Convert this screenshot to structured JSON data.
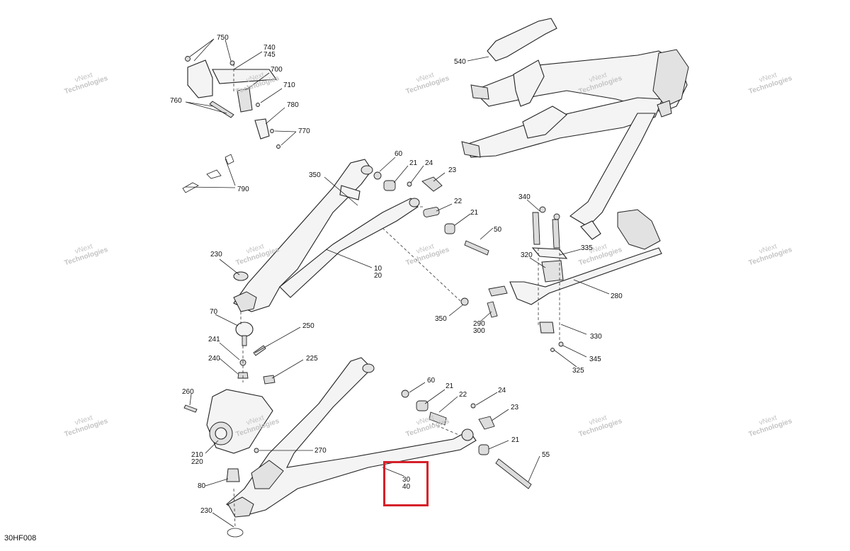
{
  "diagram_code": "30HF008",
  "watermark": {
    "line1": "vNext",
    "line2": "Technologies"
  },
  "highlight_color": "#d6202a",
  "callouts": {
    "c750": "750",
    "c740": "740",
    "c745": "745",
    "c700": "700",
    "c710": "710",
    "c760": "760",
    "c780": "780",
    "c770": "770",
    "c790": "790",
    "c540": "540",
    "c60a": "60",
    "c21a": "21",
    "c24a": "24",
    "c23a": "23",
    "c350a": "350",
    "c22a": "22",
    "c21b": "21",
    "c50": "50",
    "c340": "340",
    "c335": "335",
    "c320": "320",
    "c230a": "230",
    "c10": "10",
    "c20": "20",
    "c280": "280",
    "c350b": "350",
    "c290": "290",
    "c300": "300",
    "c330": "330",
    "c70": "70",
    "c250": "250",
    "c241": "241",
    "c345": "345",
    "c240": "240",
    "c225": "225",
    "c325": "325",
    "c60b": "60",
    "c21c": "21",
    "c22b": "22",
    "c24b": "24",
    "c260": "260",
    "c23b": "23",
    "c270": "270",
    "c21d": "21",
    "c210": "210",
    "c220": "220",
    "c55": "55",
    "c80": "80",
    "c30": "30",
    "c40": "40",
    "c230b": "230"
  }
}
